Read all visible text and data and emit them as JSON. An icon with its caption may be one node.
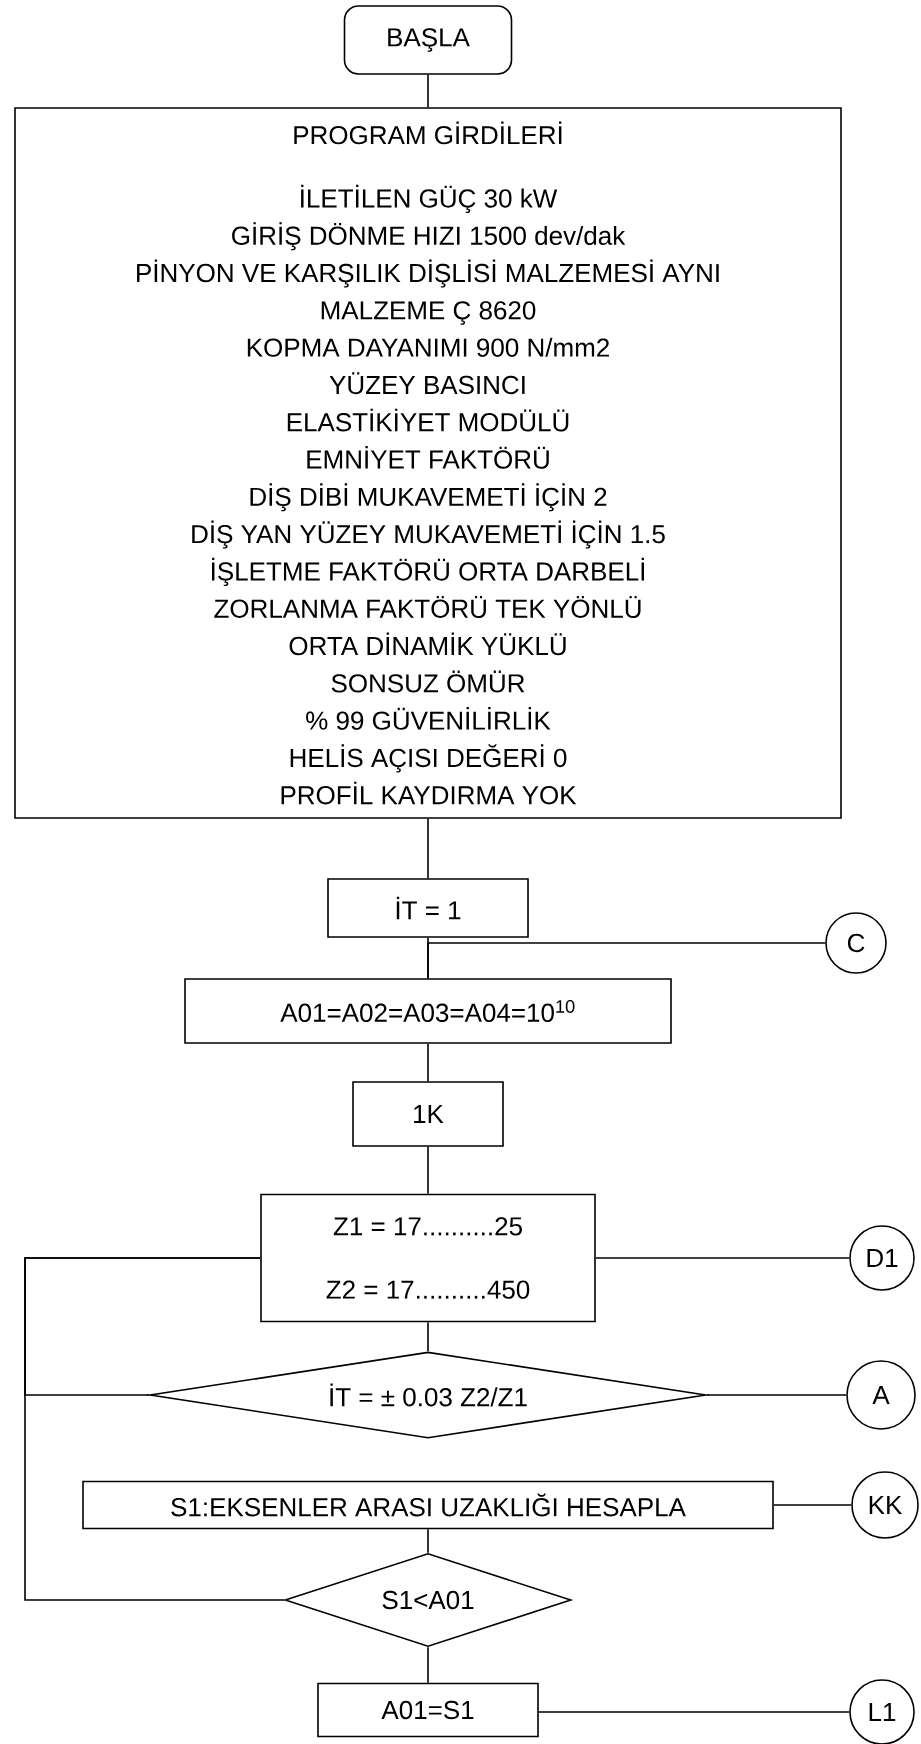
{
  "diagram": {
    "nodes": [
      {
        "text": [
          "BAŞLA"
        ]
      },
      {
        "text": [
          "PROGRAM GİRDİLERİ",
          "İLETİLEN GÜÇ 30 kW",
          "GİRİŞ DÖNME HIZI 1500 dev/dak",
          "PİNYON VE KARŞILIK DİŞLİSİ MALZEMESİ AYNI",
          "MALZEME Ç 8620",
          "KOPMA DAYANIMI 900 N/mm2",
          "YÜZEY BASINCI",
          "ELASTİKİYET MODÜLÜ",
          "EMNİYET FAKTÖRÜ",
          "DİŞ DİBİ MUKAVEMETİ İÇİN 2",
          "DİŞ YAN YÜZEY MUKAVEMETİ İÇİN 1.5",
          "İŞLETME FAKTÖRÜ ORTA DARBELİ",
          "ZORLANMA FAKTÖRÜ TEK YÖNLÜ",
          "ORTA DİNAMİK YÜKLÜ",
          "SONSUZ ÖMÜR",
          "% 99 GÜVENİLİRLİK",
          "HELİS AÇISI DEĞERİ 0",
          "PROFİL KAYDIRMA YOK"
        ]
      },
      {
        "text": [
          "İT = 1"
        ]
      },
      {
        "text": [
          "C"
        ]
      },
      {
        "text": [
          "A01=A02=A03=A04=10$^{10}$"
        ]
      },
      {
        "text": [
          "1K"
        ]
      },
      {
        "text": [
          "Z1 = 17..........25",
          "Z2 = 17..........450"
        ]
      },
      {
        "text": [
          "D1"
        ]
      },
      {
        "text": [
          "İT = ± 0.03 Z2/Z1"
        ]
      },
      {
        "text": [
          "A"
        ]
      },
      {
        "text": [
          "S1:EKSENLER ARASI UZAKLIĞI HESAPLA"
        ]
      },
      {
        "text": [
          "KK"
        ]
      },
      {
        "text": [
          "S1<A01"
        ]
      },
      {
        "text": [
          "A01=S1"
        ]
      },
      {
        "text": [
          "L1"
        ]
      }
    ],
    "edges": [
      {
        "from": 0,
        "to": 1,
        "arrow": "none"
      },
      {
        "from": 1,
        "to": 2,
        "arrow": "none"
      },
      {
        "from": 2,
        "to": 4,
        "arrow": "none"
      },
      {
        "from": 3,
        "to": 4,
        "arrow": "none"
      },
      {
        "from": 4,
        "to": 5,
        "arrow": "none"
      },
      {
        "from": 5,
        "to": 6,
        "arrow": "none"
      },
      {
        "from": 6,
        "to": 7,
        "arrow": "none"
      },
      {
        "from": 6,
        "to": 8,
        "arrow": "none"
      },
      {
        "from": 8,
        "to": 9,
        "arrow": "none"
      },
      {
        "from": 8,
        "to": 6,
        "arrow": "none"
      },
      {
        "from": 10,
        "to": 11,
        "arrow": "none"
      },
      {
        "from": 10,
        "to": 12,
        "arrow": "none"
      },
      {
        "from": 12,
        "to": 6,
        "arrow": "none"
      },
      {
        "from": 12,
        "to": 13,
        "arrow": "none"
      },
      {
        "from": 13,
        "to": 14,
        "arrow": "none"
      }
    ]
  }
}
